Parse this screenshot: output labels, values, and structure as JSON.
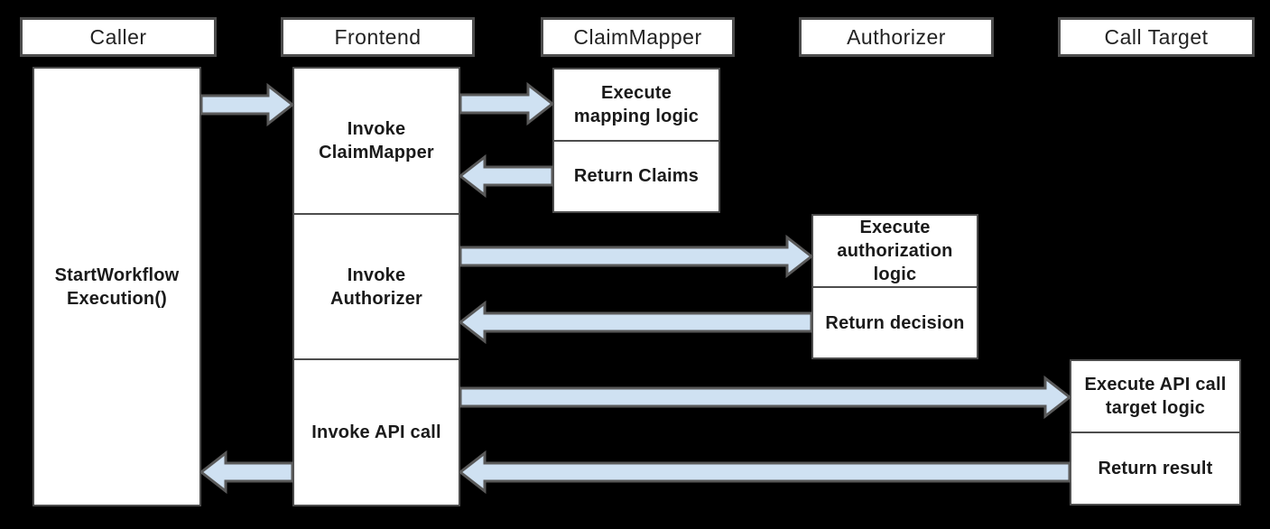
{
  "diagram": {
    "colors": {
      "background": "#000000",
      "box_fill": "#ffffff",
      "box_border": "#4d4d4d",
      "arrow_fill": "#cfe1f2",
      "arrow_stroke": "#595959",
      "text": "#1a1a1a"
    },
    "actors": [
      {
        "label": "Caller"
      },
      {
        "label": "Frontend"
      },
      {
        "label": "ClaimMapper"
      },
      {
        "label": "Authorizer"
      },
      {
        "label": "Call Target"
      }
    ],
    "caller": {
      "activation_label": "StartWorkflow\nExecution()"
    },
    "frontend": {
      "steps": [
        {
          "label": "Invoke\nClaimMapper"
        },
        {
          "label": "Invoke\nAuthorizer"
        },
        {
          "label": "Invoke API call"
        }
      ]
    },
    "claim_mapper": {
      "steps": [
        {
          "label": "Execute\nmapping logic"
        },
        {
          "label": "Return Claims"
        }
      ]
    },
    "authorizer": {
      "steps": [
        {
          "label": "Execute\nauthorization\nlogic"
        },
        {
          "label": "Return decision"
        }
      ]
    },
    "call_target": {
      "steps": [
        {
          "label": "Execute API call\ntarget logic"
        },
        {
          "label": "Return result"
        }
      ]
    },
    "arrows": [
      {
        "name": "caller-to-frontend",
        "from": "Caller",
        "to": "Frontend",
        "direction": "right"
      },
      {
        "name": "frontend-to-claimmapper",
        "from": "Frontend",
        "to": "ClaimMapper",
        "direction": "right"
      },
      {
        "name": "claimmapper-to-frontend",
        "from": "ClaimMapper",
        "to": "Frontend",
        "direction": "left"
      },
      {
        "name": "frontend-to-authorizer",
        "from": "Frontend",
        "to": "Authorizer",
        "direction": "right"
      },
      {
        "name": "authorizer-to-frontend",
        "from": "Authorizer",
        "to": "Frontend",
        "direction": "left"
      },
      {
        "name": "frontend-to-calltarget",
        "from": "Frontend",
        "to": "Call Target",
        "direction": "right"
      },
      {
        "name": "calltarget-to-frontend",
        "from": "Call Target",
        "to": "Frontend",
        "direction": "left"
      },
      {
        "name": "frontend-to-caller",
        "from": "Frontend",
        "to": "Caller",
        "direction": "left"
      }
    ]
  }
}
